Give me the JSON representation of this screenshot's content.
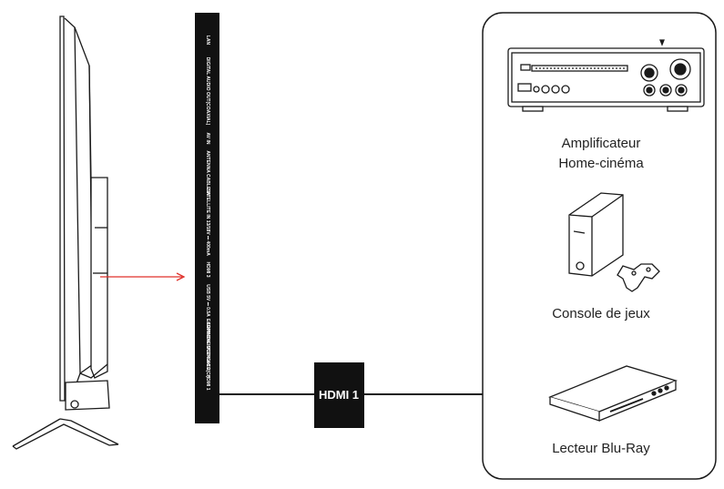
{
  "panel_ports": [
    {
      "id": "lan",
      "label": "LAN"
    },
    {
      "id": "digital-audio",
      "label": "DIGITAL AUDIO OUT(COAXIAL)"
    },
    {
      "id": "av-in",
      "label": "AV IN"
    },
    {
      "id": "antenna",
      "label": "ANTENNA CABLE IN"
    },
    {
      "id": "satellite",
      "label": "SATELLITE IN 13/18V ⎓ 400mA"
    },
    {
      "id": "hdmi3",
      "label": "HDMI 3"
    },
    {
      "id": "usb",
      "label": "USB 5V ⎓ 0.5A"
    },
    {
      "id": "earphone",
      "label": "EARPHONE OUT"
    },
    {
      "id": "common-interface",
      "label": "COMMON INTERFACE(CI)"
    },
    {
      "id": "hdmi2",
      "label": "HDMI 2"
    },
    {
      "id": "hdmi1",
      "label": "HDMI 1"
    }
  ],
  "cable": {
    "label": "HDMI 1"
  },
  "devices": [
    {
      "id": "amplifier",
      "line1": "Amplificateur",
      "line2": "Home-cinéma"
    },
    {
      "id": "console",
      "line1": "Console de jeux",
      "line2": ""
    },
    {
      "id": "bluray",
      "line1": "Lecteur Blu-Ray",
      "line2": ""
    }
  ],
  "colors": {
    "arrow": "#e0302a",
    "panel": "#111111",
    "stroke": "#1a1a1a"
  }
}
